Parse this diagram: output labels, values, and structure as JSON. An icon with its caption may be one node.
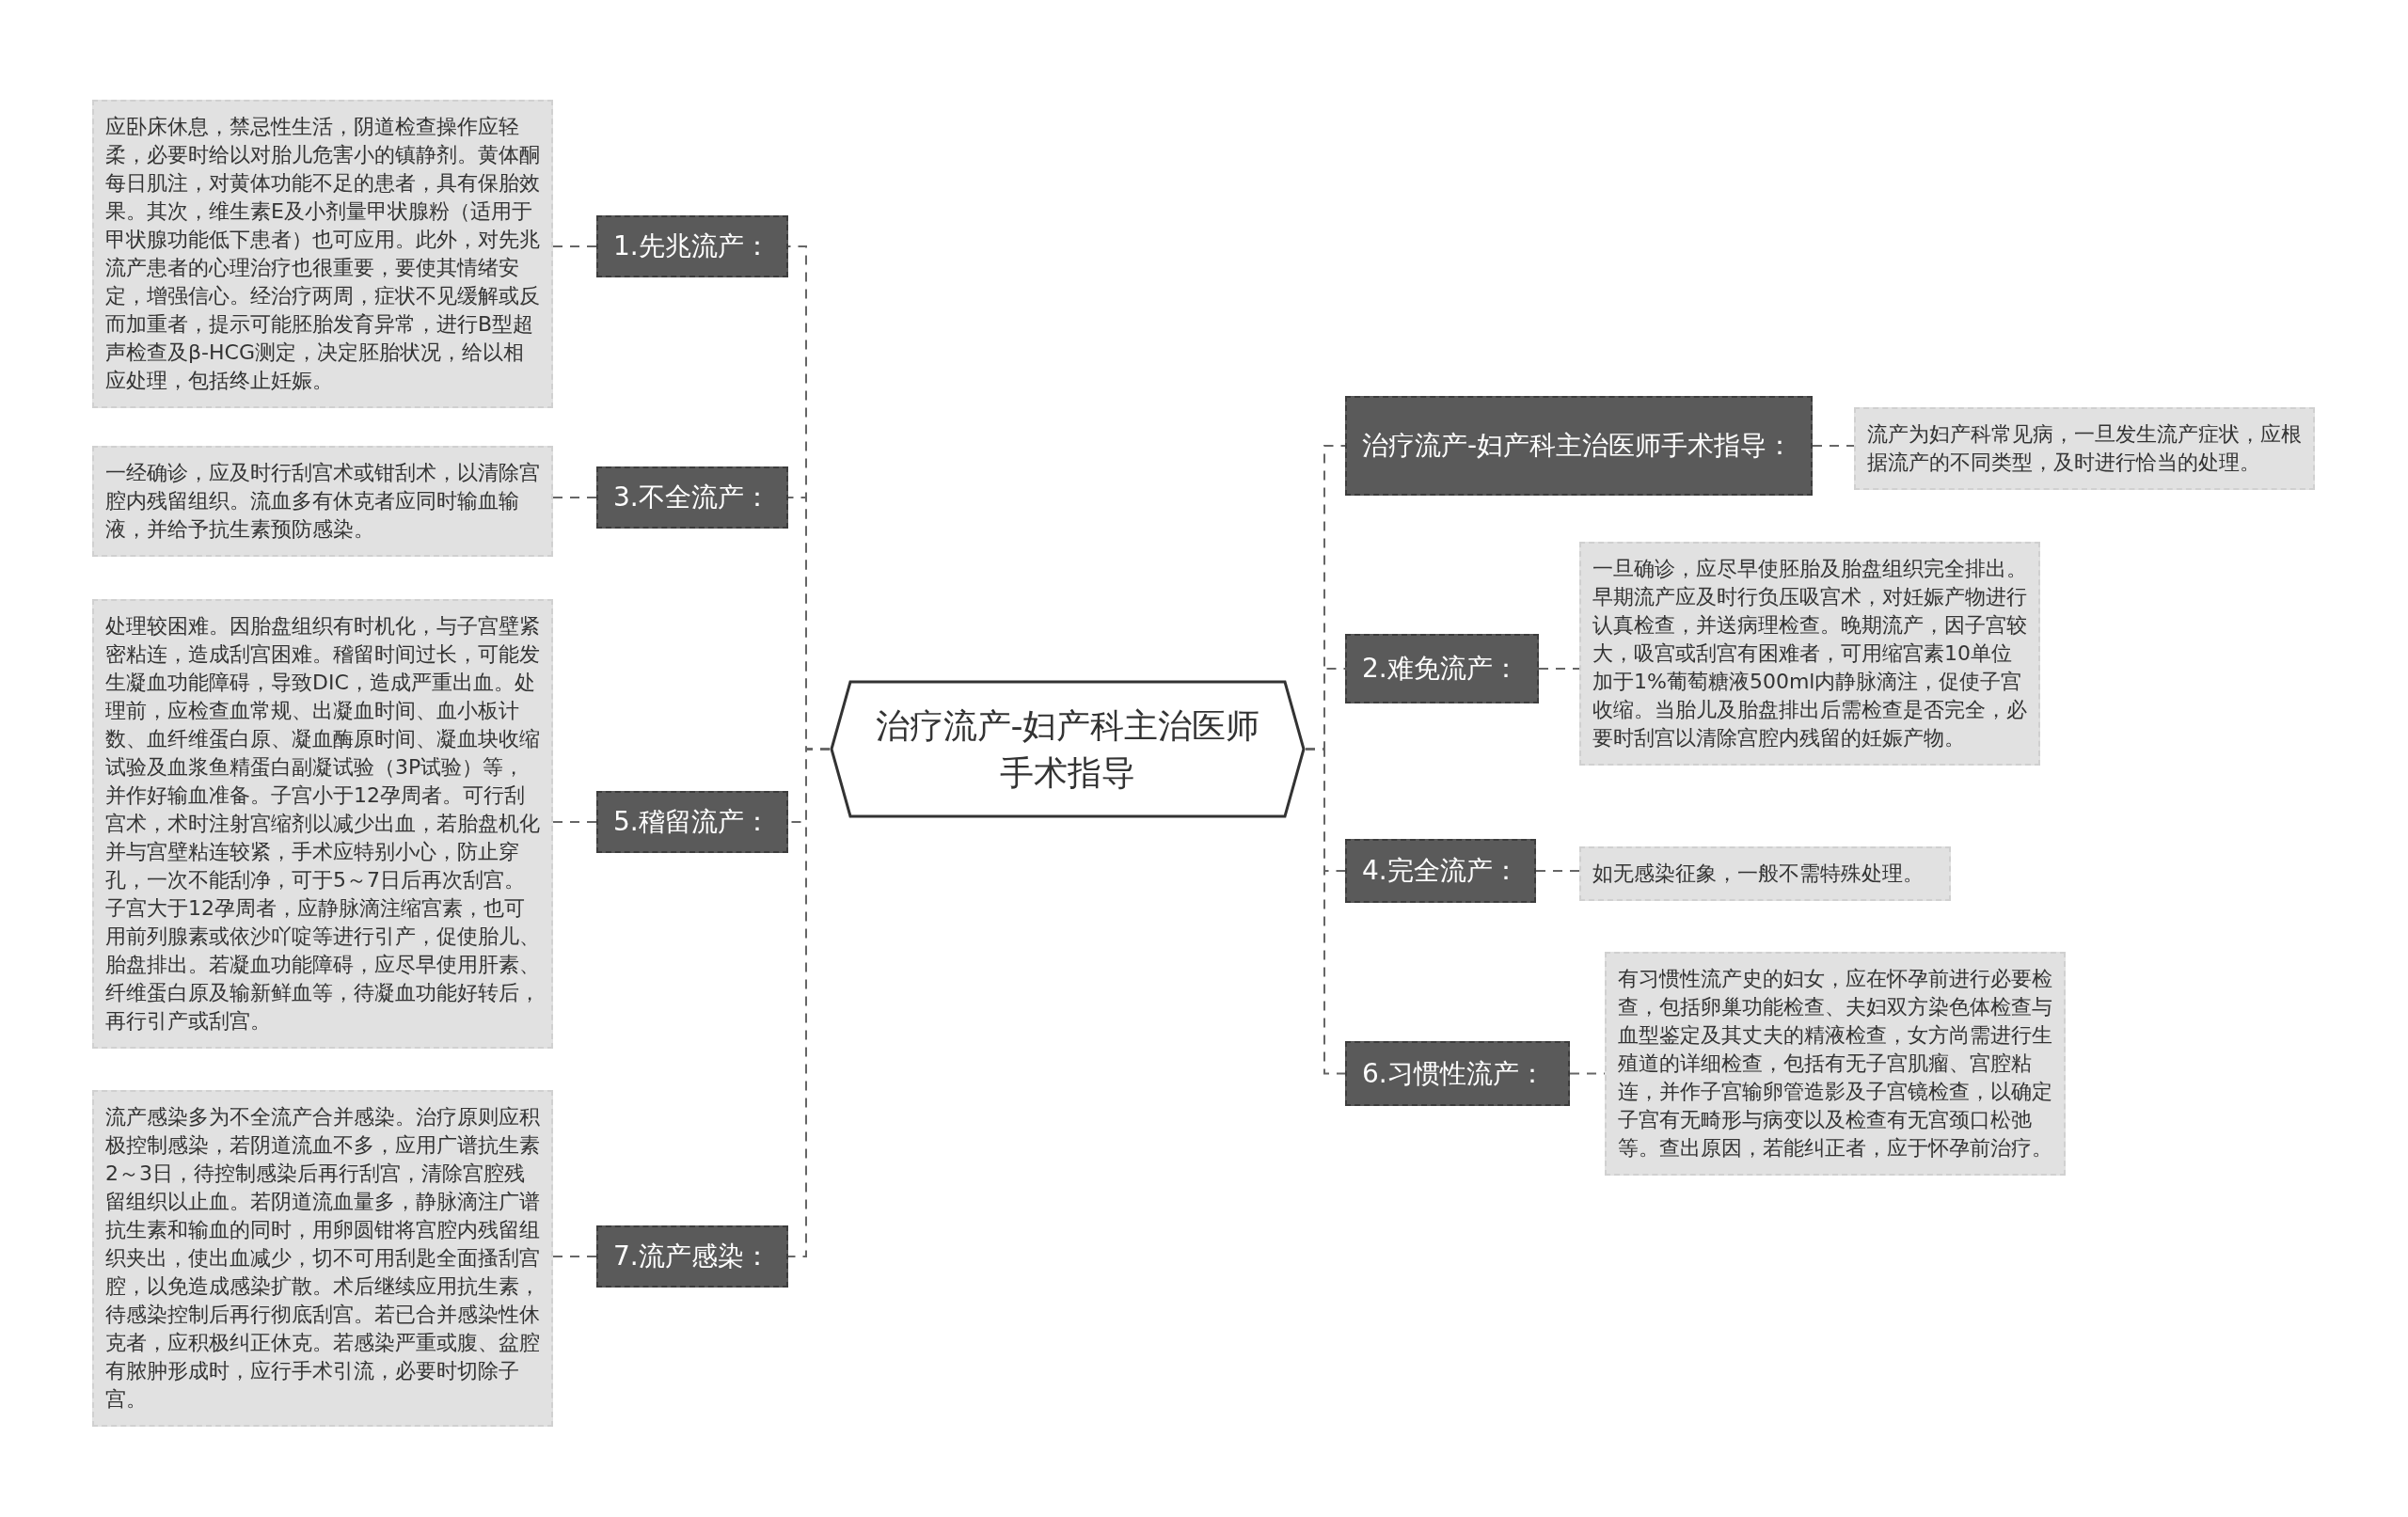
{
  "diagram": {
    "nodes": [
      {
        "text": [
          "治疗流产-妇产科主治医师手术指导"
        ]
      },
      {
        "text": [
          "1.先兆流产："
        ]
      },
      {
        "text": [
          "应卧床休息，禁忌性生活，阴道检查操作应轻柔，必要时给以对胎儿危害小的镇静剂。黄体酮每日肌注，对黄体功能不足的患者，具有保胎效果。其次，维生素E及小剂量甲状腺粉（适用于甲状腺功能低下患者）也可应用。此外，对先兆流产患者的心理治疗也很重要，要使其情绪安定，增强信心。经治疗两周，症状不见缓解或反而加重者，提示可能胚胎发育异常，进行B型超声检查及β-HCG测定，决定胚胎状况，给以相应处理，包括终止妊娠。"
        ]
      },
      {
        "text": [
          "3.不全流产："
        ]
      },
      {
        "text": [
          "一经确诊，应及时行刮宫术或钳刮术，以清除宫腔内残留组织。流血多有休克者应同时输血输液，并给予抗生素预防感染。"
        ]
      },
      {
        "text": [
          "5.稽留流产："
        ]
      },
      {
        "text": [
          "处理较困难。因胎盘组织有时机化，与子宫壁紧密粘连，造成刮宫困难。稽留时间过长，可能发生凝血功能障碍，导致DIC，造成严重出血。处理前，应检查血常规、出凝血时间、血小板计数、血纤维蛋白原、凝血酶原时间、凝血块收缩试验及血浆鱼精蛋白副凝试验（3P试验）等，并作好输血准备。子宫小于12孕周者。可行刮宫术，术时注射宫缩剂以减少出血，若胎盘机化并与宫壁粘连较紧，手术应特别小心，防止穿孔，一次不能刮净，可于5～7日后再次刮宫。子宫大于12孕周者，应静脉滴注缩宫素，也可用前列腺素或依沙吖啶等进行引产，促使胎儿、胎盘排出。若凝血功能障碍，应尽早使用肝素、纤维蛋白原及输新鲜血等，待凝血功能好转后，再行引产或刮宫。"
        ]
      },
      {
        "text": [
          "7.流产感染："
        ]
      },
      {
        "text": [
          "流产感染多为不全流产合并感染。治疗原则应积极控制感染，若阴道流血不多，应用广谱抗生素2～3日，待控制感染后再行刮宫，清除宫腔残留组织以止血。若阴道流血量多，静脉滴注广谱抗生素和输血的同时，用卵圆钳将宫腔内残留组织夹出，使出血减少，切不可用刮匙全面搔刮宫腔，以免造成感染扩散。术后继续应用抗生素，待感染控制后再行彻底刮宫。若已合并感染性休克者，应积极纠正休克。若感染严重或腹、盆腔有脓肿形成时，应行手术引流，必要时切除子宫。"
        ]
      },
      {
        "text": [
          "治疗流产-妇产科主治医师手术指导："
        ]
      },
      {
        "text": [
          "流产为妇产科常见病，一旦发生流产症状，应根据流产的不同类型，及时进行恰当的处理。"
        ]
      },
      {
        "text": [
          "2.难免流产："
        ]
      },
      {
        "text": [
          "一旦确诊，应尽早使胚胎及胎盘组织完全排出。早期流产应及时行负压吸宫术，对妊娠产物进行认真检查，并送病理检查。晚期流产，因子宫较大，吸宫或刮宫有困难者，可用缩宫素10单位加于1%葡萄糖液500ml内静脉滴注，促使子宫收缩。当胎儿及胎盘排出后需检查是否完全，必要时刮宫以清除宫腔内残留的妊娠产物。"
        ]
      },
      {
        "text": [
          "4.完全流产："
        ]
      },
      {
        "text": [
          "如无感染征象，一般不需特殊处理。"
        ]
      },
      {
        "text": [
          "6.习惯性流产："
        ]
      },
      {
        "text": [
          "有习惯性流产史的妇女，应在怀孕前进行必要检查，包括卵巢功能检查、夫妇双方染色体检查与血型鉴定及其丈夫的精液检查，女方尚需进行生殖道的详细检查，包括有无子宫肌瘤、宫腔粘连，并作子宫输卵管造影及子宫镜检查，以确定子宫有无畸形与病变以及检查有无宫颈口松弛等。查出原因，若能纠正者，应于怀孕前治疗。"
        ]
      }
    ],
    "edges": [
      {
        "from": 0,
        "to": 1,
        "arrow": "none",
        "style": "dashed"
      },
      {
        "from": 1,
        "to": 2,
        "arrow": "none",
        "style": "dashed"
      },
      {
        "from": 0,
        "to": 3,
        "arrow": "none",
        "style": "dashed"
      },
      {
        "from": 3,
        "to": 4,
        "arrow": "none",
        "style": "dashed"
      },
      {
        "from": 0,
        "to": 5,
        "arrow": "none",
        "style": "dashed"
      },
      {
        "from": 5,
        "to": 6,
        "arrow": "none",
        "style": "dashed"
      },
      {
        "from": 0,
        "to": 7,
        "arrow": "none",
        "style": "dashed"
      },
      {
        "from": 7,
        "to": 8,
        "arrow": "none",
        "style": "dashed"
      },
      {
        "from": 0,
        "to": 9,
        "arrow": "none",
        "style": "dashed"
      },
      {
        "from": 9,
        "to": 10,
        "arrow": "none",
        "style": "dashed"
      },
      {
        "from": 0,
        "to": 11,
        "arrow": "none",
        "style": "dashed"
      },
      {
        "from": 11,
        "to": 12,
        "arrow": "none",
        "style": "dashed"
      },
      {
        "from": 0,
        "to": 13,
        "arrow": "none",
        "style": "dashed"
      },
      {
        "from": 13,
        "to": 14,
        "arrow": "none",
        "style": "dashed"
      },
      {
        "from": 0,
        "to": 15,
        "arrow": "none",
        "style": "dashed"
      },
      {
        "from": 15,
        "to": 16,
        "arrow": "none",
        "style": "dashed"
      }
    ]
  }
}
